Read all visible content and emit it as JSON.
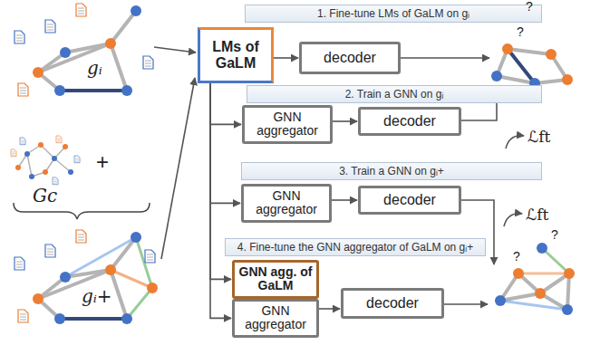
{
  "diagram": {
    "nodes": [
      {
        "text": [
          "1. Fine-tune LMs of GaLM on gᵢ"
        ]
      },
      {
        "text": [
          "LMs of GaLM"
        ]
      },
      {
        "text": [
          "decoder"
        ]
      },
      {
        "text": [
          "2. Train a GNN on gᵢ"
        ]
      },
      {
        "text": [
          "GNN aggregator"
        ]
      },
      {
        "text": [
          "decoder"
        ]
      },
      {
        "text": [
          "3. Train a GNN on gᵢ+"
        ]
      },
      {
        "text": [
          "GNN aggregator"
        ]
      },
      {
        "text": [
          "decoder"
        ]
      },
      {
        "text": [
          "4. Fine-tune the GNN aggregator of GaLM on gᵢ+"
        ]
      },
      {
        "text": [
          "GNN agg. of GaLM"
        ]
      },
      {
        "text": [
          "GNN aggregator"
        ]
      },
      {
        "text": [
          "decoder"
        ]
      }
    ],
    "edges": [
      {
        "from": 1,
        "to": 2,
        "arrow": "to"
      },
      {
        "from": 1,
        "to": 4,
        "arrow": "to"
      },
      {
        "from": 4,
        "to": 5,
        "arrow": "to"
      },
      {
        "from": 1,
        "to": 7,
        "arrow": "to"
      },
      {
        "from": 7,
        "to": 8,
        "arrow": "to"
      },
      {
        "from": 1,
        "to": 10,
        "arrow": "to"
      },
      {
        "from": 1,
        "to": 11,
        "arrow": "to"
      },
      {
        "from": 11,
        "to": 12,
        "arrow": "to"
      }
    ],
    "labels": [
      "gᵢ",
      "?",
      "?",
      "ℒft",
      "Gc",
      "+",
      "ℒft",
      "gᵢ+",
      "?",
      "?"
    ]
  }
}
